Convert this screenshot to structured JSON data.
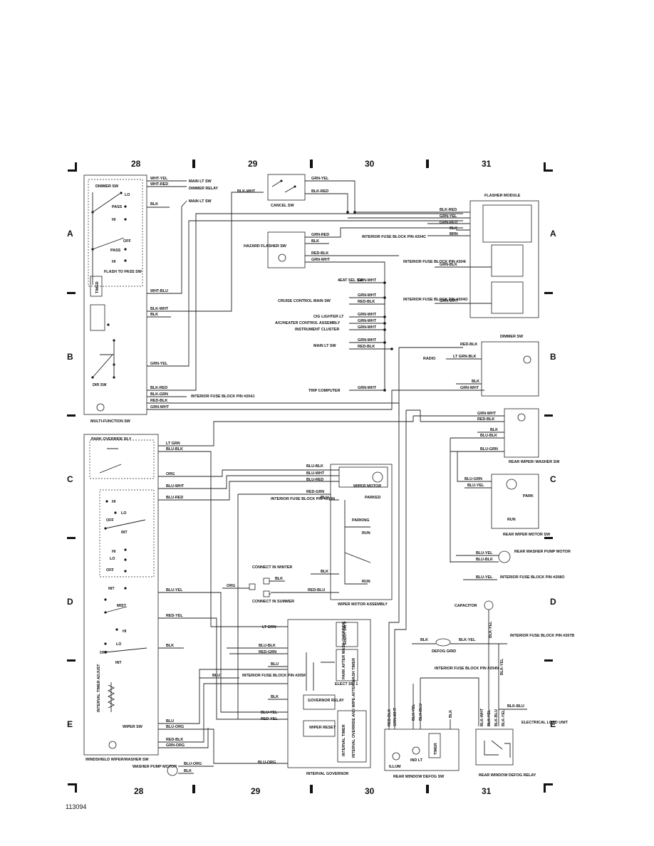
{
  "grid": {
    "columns_top": [
      "28",
      "29",
      "30",
      "31"
    ],
    "columns_bottom": [
      "28",
      "29",
      "30",
      "31"
    ],
    "rows": [
      "A",
      "B",
      "C",
      "D",
      "E"
    ],
    "doc_code": "113094"
  },
  "components": {
    "multi_function_sw": "MULTI-FUNCTION SW",
    "dimmer_sw_inner": "DIMMER SW",
    "flash_to_pass_sw": "FLASH TO PASS SW",
    "timer": "TIMER",
    "dir_sw": "DIR SW",
    "cancel_sw": "CANCEL SW",
    "hazard_flasher_sw": "HAZARD FLASHER SW",
    "flasher_module": "FLASHER MODULE",
    "dimmer_sw_right": "DIMMER SW",
    "radio": "RADIO",
    "rear_wiper_washer_sw": "REAR WIPER/ WASHER SW",
    "rear_wiper_motor_sw": "REAR WIPER MOTOR SW",
    "rear_washer_pump_motor": "REAR WASHER PUMP MOTOR",
    "park_override_rly": "PARK OVERRIDE RLY",
    "wiper_motor": "WIPER MOTOR",
    "wiper_motor_assembly": "WIPER MOTOR ASSEMBLY",
    "windshield_wiper_washer_sw": "WINDSHIELD WIPER/WASHER SW",
    "washer_pump_motor": "WASHER PUMP MOTOR",
    "interval_governor": "INTERVAL GOVERNOR",
    "governor_relay": "GOVERNOR RELAY",
    "wiper_reset": "WIPER RESET",
    "elect_sw_1": "ELECT SW 1",
    "elect_sw_2": "ELECT SW 2",
    "park_after_wash_override": "PARK AFTER WASH OVERRIDE",
    "interval_override": "INTERVAL OVERRIDE AND WIPE-AFTER WASH TIMER",
    "interval_timer": "INTERVAL TIMER",
    "interval_timer_adjust": "INTERVAL TIMER ADJUST",
    "capacitor": "CAPACITOR",
    "defog_grid": "DEFOG GRID",
    "rear_window_defog_sw": "REAR WINDOW DEFOG SW",
    "rear_window_defog_relay": "REAR WINDOW DEFOG RELAY",
    "electrical_load_unit": "ELECTRICAL LOAD UNIT",
    "illum": "ILLUM",
    "ind_lt": "IND LT",
    "timer_defog": "TIMER"
  },
  "switch_positions": {
    "lo": "LO",
    "pass": "PASS",
    "hi": "HI",
    "off": "OFF",
    "int": "INT",
    "mist": "MIST",
    "wiper_sw": "WIPER SW",
    "parked": "PARKED",
    "parking": "PARKING",
    "run": "RUN",
    "park": "PARK"
  },
  "connections": {
    "main_lt_sw": "MAIN LT SW",
    "dimmer_relay": "DIMMER RELAY",
    "main_lt_sw_2": "MAIN LT SW",
    "ifb_204j": "INTERIOR FUSE BLOCK PIN #204J",
    "ifb_204c": "INTERIOR FUSE BLOCK PIN #204C",
    "ifb_204i": "INTERIOR FUSE BLOCK PIN #204I",
    "ifb_204o": "INTERIOR FUSE BLOCK PIN #204O",
    "ifb_209n": "INTERIOR FUSE BLOCK PIN #209N",
    "ifb_205f": "INTERIOR FUSE BLOCK PIN #205F",
    "ifb_208o": "INTERIOR FUSE BLOCK PIN #208O",
    "ifb_204n": "INTERIOR FUSE BLOCK PIN #204N",
    "ifb_207b": "INTERIOR FUSE BLOCK PIN #207B",
    "seat_sel_sw": "4EAT SEL SW",
    "cruise_control_main_sw": "CRUISE CONTROL MAIN SW",
    "cig_lighter_lt": "CIG LIGHTER LT",
    "ac_heater": "A/C/HEATER CONTROL ASSEMBLY",
    "instrument_cluster": "INSTRUMENT CLUSTER",
    "main_lt_sw_3": "MAIN LT SW",
    "trip_computer": "TRIP COMPUTER",
    "connect_in_winter": "CONNECT IN WINTER",
    "connect_in_summer": "CONNECT IN SUMMER"
  },
  "wires": {
    "wht_yel": "WHT-YEL",
    "wht_red": "WHT-RED",
    "blk": "BLK",
    "wht_blu": "WHT-BLU",
    "blk_wht": "BLK-WHT",
    "grn_yel": "GRN-YEL",
    "blk_red": "BLK-RED",
    "blk_grn": "BLK-GRN",
    "red_blk": "RED-BLK",
    "grn_wht": "GRN-WHT",
    "grn_red": "GRN-RED",
    "brn": "BRN",
    "red_grn": "RED-GRN",
    "grn_blk": "GRN-BLK",
    "lt_grn_blk": "LT GRN-BLK",
    "blu_blk": "BLU-BLK",
    "blu_grn": "BLU-GRN",
    "blu_yel": "BLU-YEL",
    "lt_grn": "LT GRN",
    "org": "ORG",
    "blu_red": "BLU-RED",
    "blu_wht": "BLU-WHT",
    "red_yel": "RED-YEL",
    "blu": "BLU",
    "blu_org": "BLU-ORG",
    "red_blu": "RED-BLU",
    "red_grn_2": "RED-GRN",
    "grn_org": "GRN-ORG",
    "blk_yel": "BLK-YEL",
    "blk_blu": "BLK-BLU"
  }
}
